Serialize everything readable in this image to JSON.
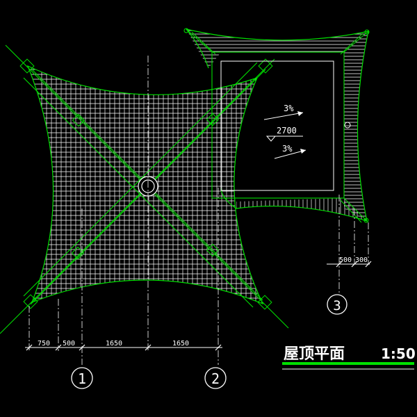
{
  "drawing": {
    "title": "屋顶平面",
    "scale": "1:50",
    "colors": {
      "background": "#000000",
      "outline": "#00e000",
      "hatch": "#ffffff",
      "dim": "#ffffff",
      "title_underline": "#00e000"
    }
  },
  "annotations": {
    "slope_top": "3%",
    "elevation": "2700",
    "slope_bottom": "3%"
  },
  "dimensions": {
    "bottom": [
      "750",
      "500",
      "1650",
      "1650"
    ],
    "right": [
      "500",
      "300"
    ]
  },
  "axes": {
    "axis_1": "1",
    "axis_2": "2",
    "axis_3": "3"
  }
}
